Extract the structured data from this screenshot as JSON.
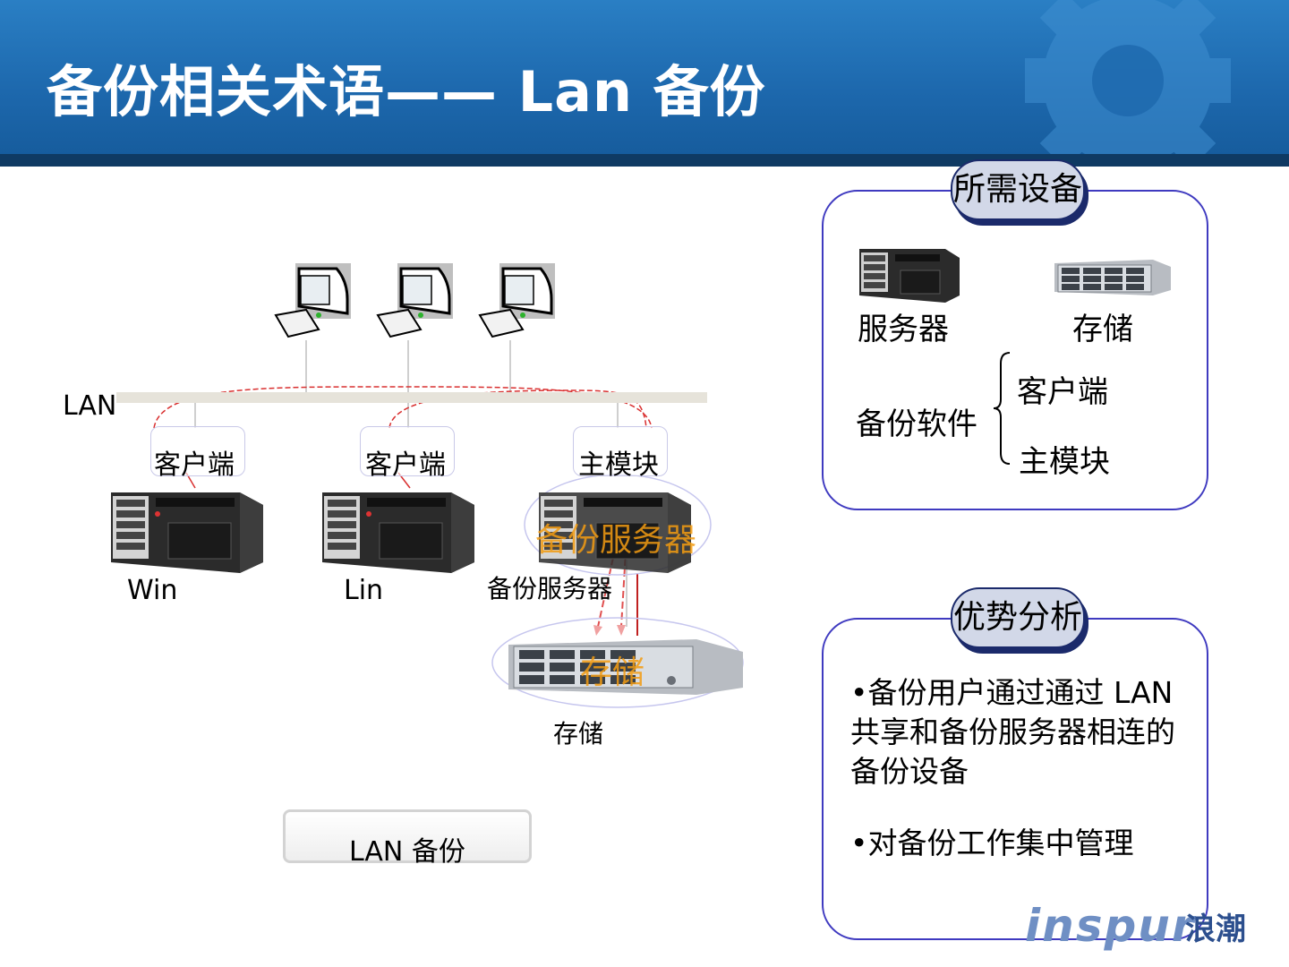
{
  "header": {
    "title": "备份相关术语—— Lan 备份"
  },
  "diagram": {
    "lan_label": "LAN",
    "clients": [
      {
        "module": "客户端",
        "os": "Win"
      },
      {
        "module": "客户端",
        "os": "Lin"
      },
      {
        "module": "主模块",
        "os": ""
      }
    ],
    "backup_server_overlay": "备份服务器",
    "backup_server_label": "备份服务器",
    "storage_overlay": "存储",
    "storage_label": "存储",
    "caption": "LAN 备份"
  },
  "equipment_panel": {
    "title": "所需设备",
    "server": "服务器",
    "storage": "存储",
    "software": "备份软件",
    "software_parts": [
      "客户端",
      "主模块"
    ]
  },
  "advantage_panel": {
    "title": "优势分析",
    "points": [
      "•备份用户通过通过 LAN 共享和备份服务器相连的备份设备",
      "•对备份工作集中管理"
    ]
  },
  "logo": {
    "en": "inspur",
    "cn": "浪潮"
  }
}
